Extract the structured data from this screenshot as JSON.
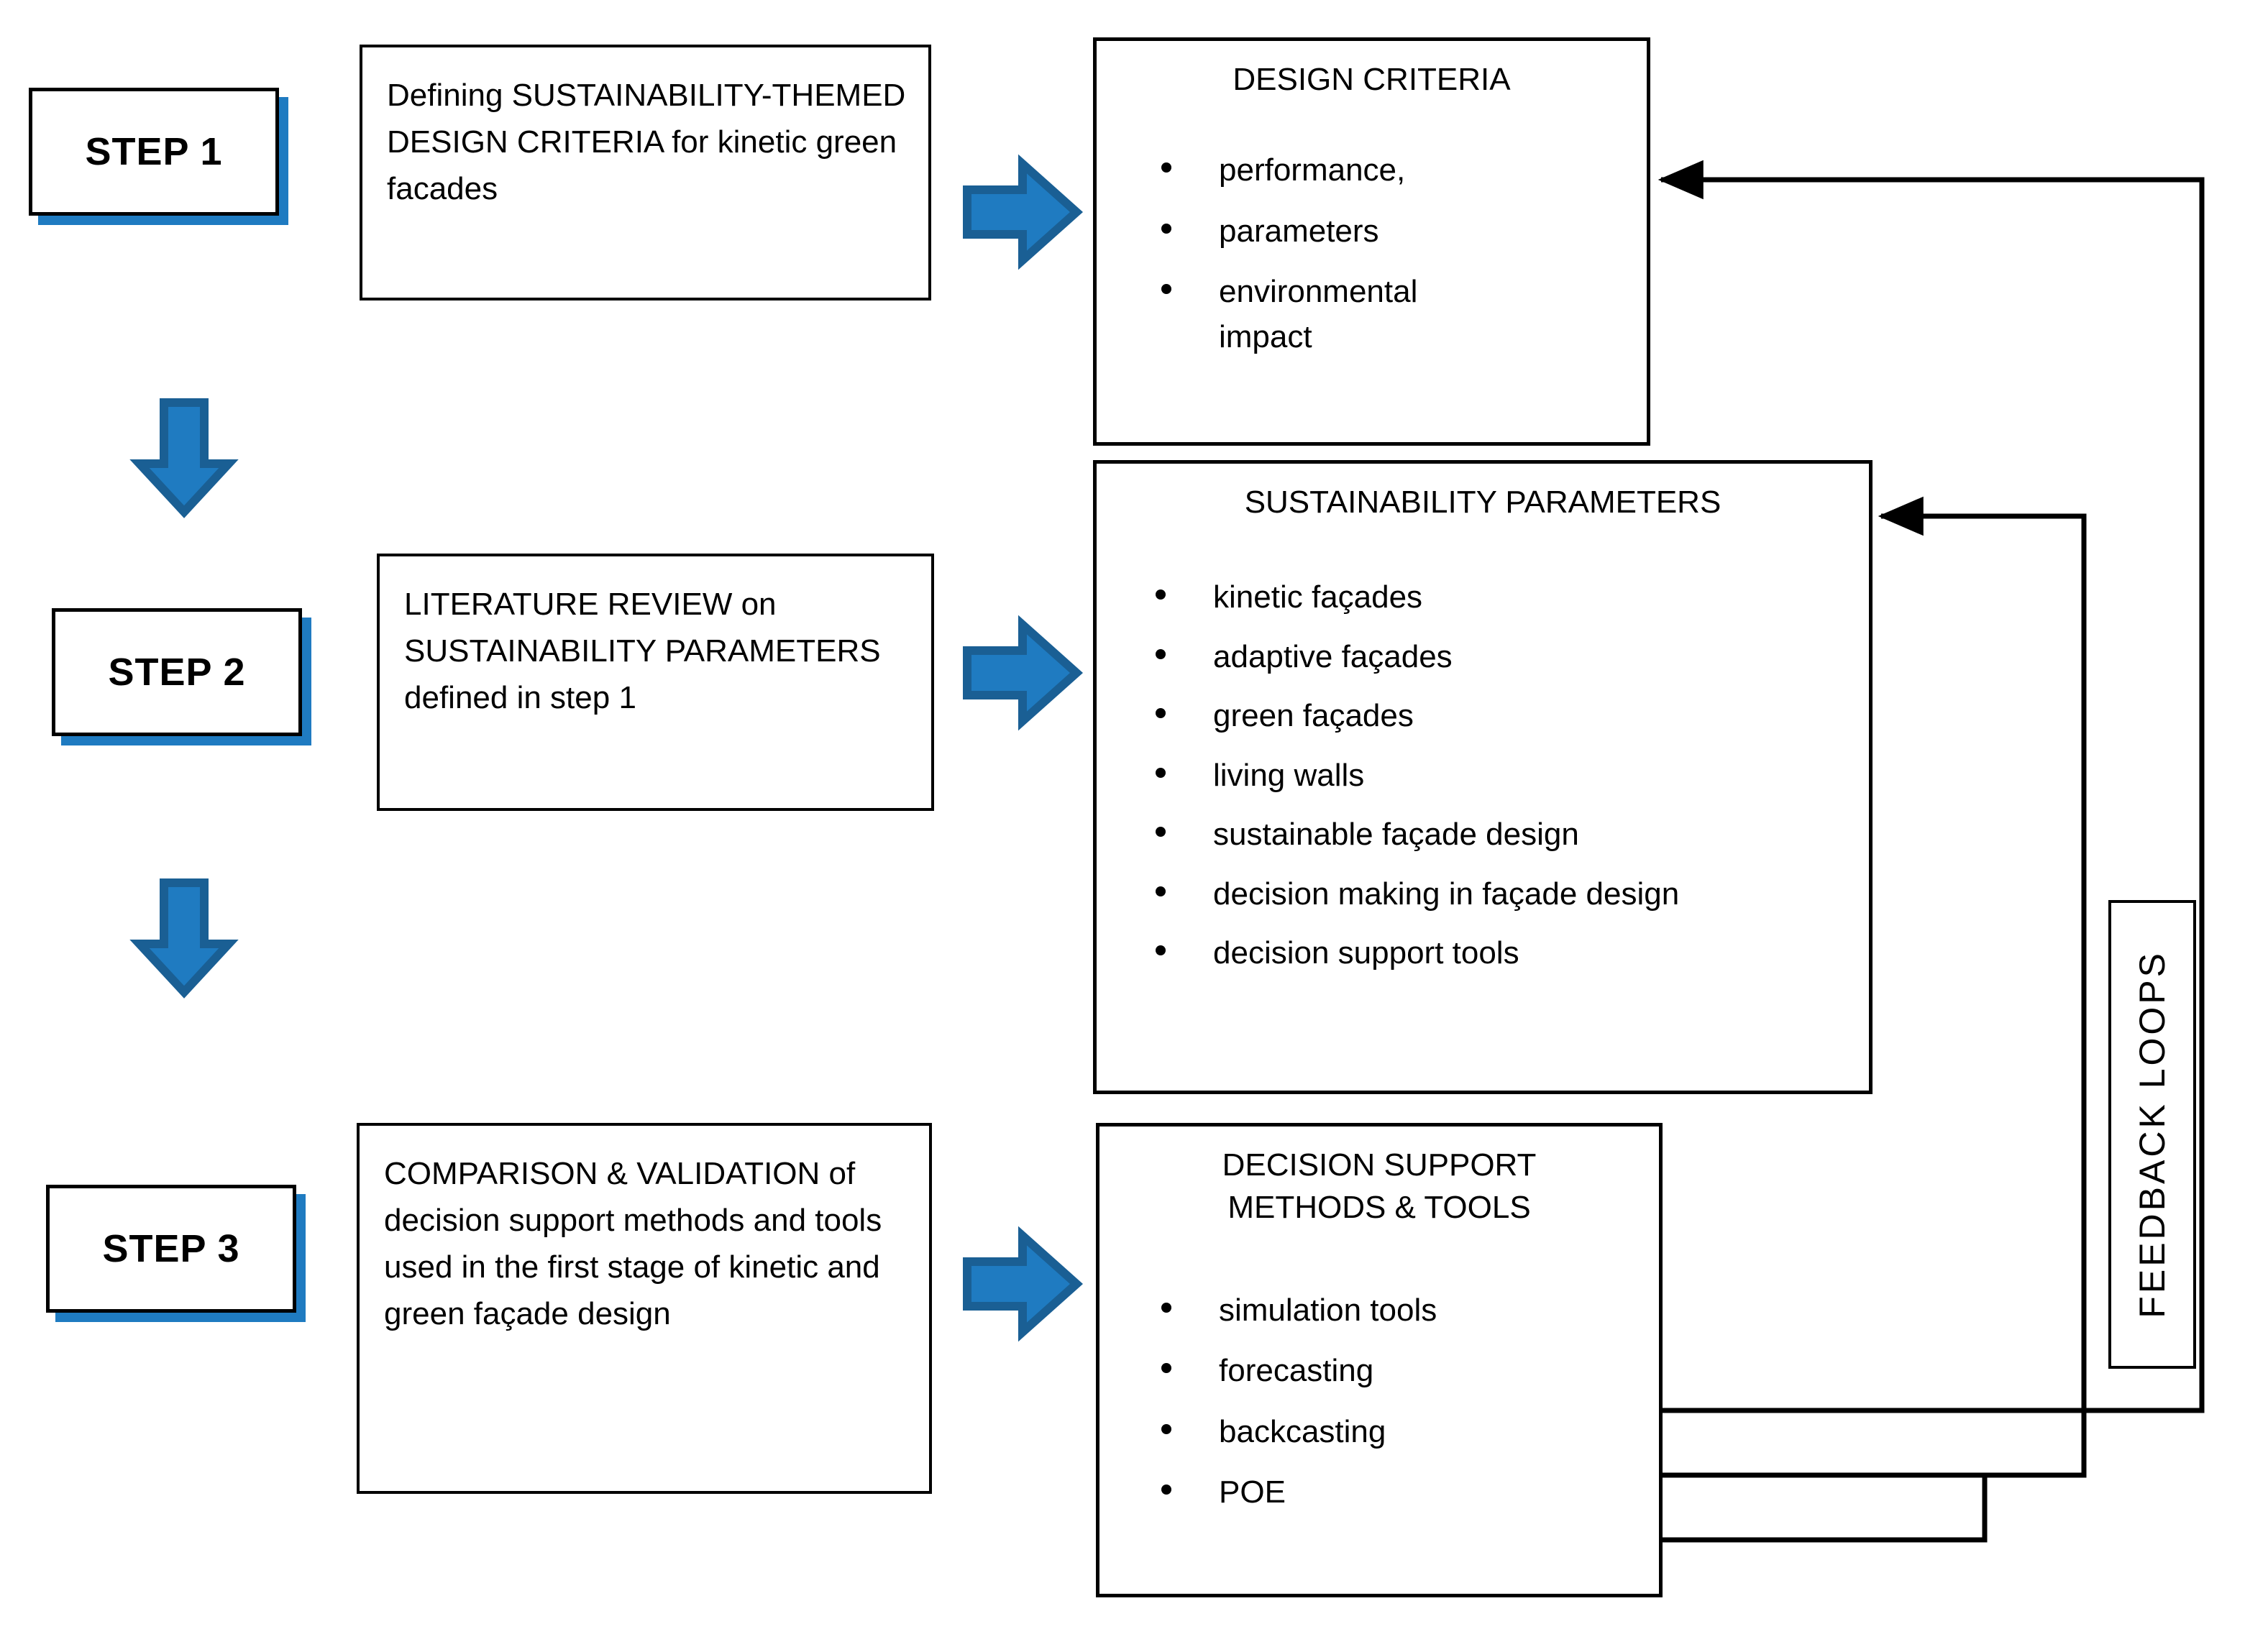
{
  "diagram": {
    "title": "Three-step sustainability-themed kinetic green facade design methodology with feedback loops",
    "accent_color": "#1F7BC1",
    "line_color": "#000000"
  },
  "steps": [
    {
      "chip_label": "STEP 1",
      "description": "Defining SUSTAINABILITY-THEMED DESIGN CRITERIA for kinetic green facades",
      "output": {
        "title": "DESIGN CRITERIA",
        "items": [
          "performance,",
          "parameters",
          "environmental impact"
        ]
      }
    },
    {
      "chip_label": "STEP 2",
      "description": "LITERATURE REVIEW on SUSTAINABILITY PARAMETERS defined in step 1",
      "output": {
        "title": "SUSTAINABILITY PARAMETERS",
        "items": [
          "kinetic façades",
          "adaptive façades",
          "green façades",
          "living walls",
          "sustainable façade design",
          "decision making in façade design",
          "decision support tools"
        ]
      }
    },
    {
      "chip_label": "STEP 3",
      "description": "COMPARISON & VALIDATION of decision support methods and tools used in the first stage of kinetic and green façade design",
      "output": {
        "title": "DECISION SUPPORT METHODS  & TOOLS",
        "title_line1": "DECISION SUPPORT",
        "title_line2": "METHODS  & TOOLS",
        "items": [
          "simulation tools",
          "forecasting",
          "backcasting",
          "POE"
        ]
      }
    }
  ],
  "feedback": {
    "label": "FEEDBACK LOOPS"
  },
  "icons": {
    "arrow_right": "blue-right-arrow-icon",
    "arrow_down": "blue-down-arrow-icon",
    "arrow_head_left": "black-left-arrowhead-icon"
  }
}
